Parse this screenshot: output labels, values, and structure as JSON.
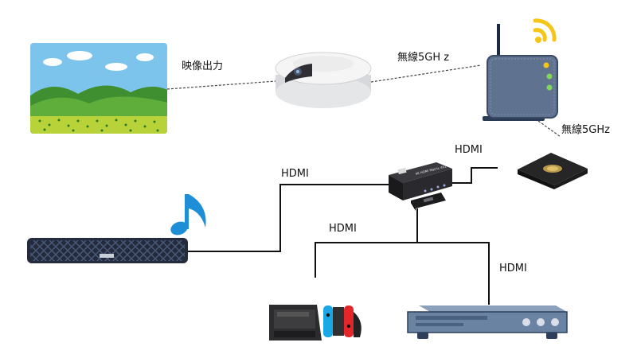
{
  "labels": {
    "video_output": "映像出力",
    "wireless_left": "無線5GH z",
    "wireless_right": "無線5GHz",
    "hdmi_top": "HDMI",
    "hdmi_left": "HDMI",
    "hdmi_middle": "HDMI",
    "hdmi_right": "HDMI"
  },
  "switch_label": "4K HDMI Matrix 4X2",
  "colors": {
    "sky": "#7cc4ec",
    "hills": "#5fae3c",
    "field": "#b8d23a",
    "router": "#5f7390",
    "wifi": "#f5c518",
    "note": "#1e8fd6",
    "switch_red": "#e4262a",
    "switch_blue": "#1aa7e6"
  },
  "icons": [
    "landscape-screen-icon",
    "projector-icon",
    "wifi-router-icon",
    "music-note-icon",
    "streaming-box-icon",
    "hdmi-matrix-switch-icon",
    "remote-control-icon",
    "soundbar-icon",
    "game-console-icon",
    "recorder-icon"
  ]
}
